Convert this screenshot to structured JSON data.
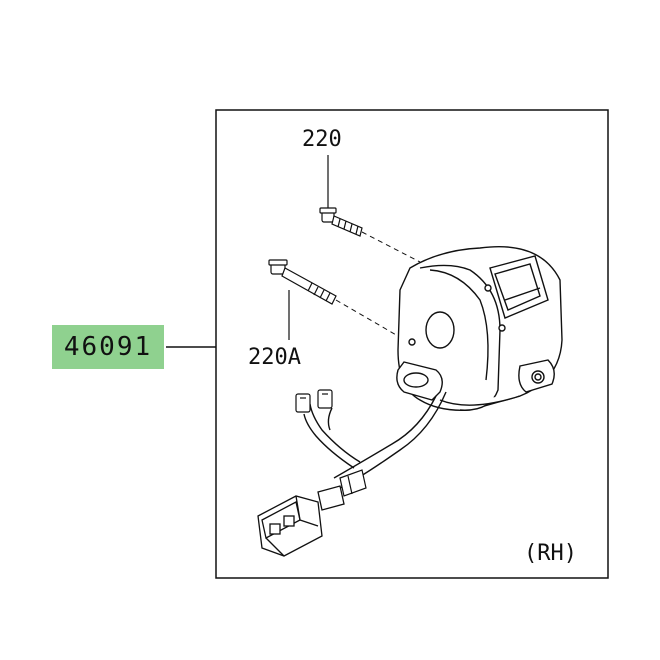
{
  "diagram": {
    "main_part_number": "46091",
    "callouts": {
      "screw_upper": "220",
      "screw_lower": "220A"
    },
    "side_marker": "(RH)",
    "colors": {
      "highlight": "#8fd18f",
      "line": "#111111"
    }
  }
}
